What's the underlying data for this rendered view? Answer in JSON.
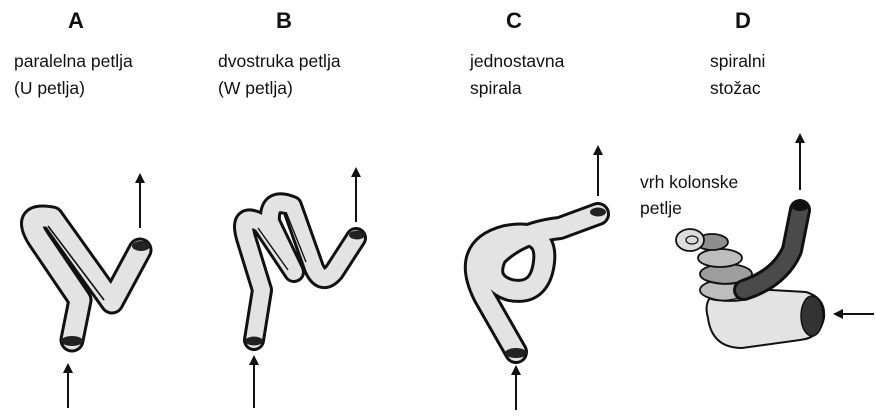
{
  "panels": [
    {
      "letter": "A",
      "line1": "paralelna petlja",
      "line2": "(U petlja)"
    },
    {
      "letter": "B",
      "line1": "dvostruka petlja",
      "line2": "(W petlja)"
    },
    {
      "letter": "C",
      "line1": "jednostavna",
      "line2": "spirala"
    },
    {
      "letter": "D",
      "line1": "spiralni",
      "line2": "stožac"
    }
  ],
  "annotation": {
    "line1": "vrh kolonske",
    "line2": "petlje"
  }
}
